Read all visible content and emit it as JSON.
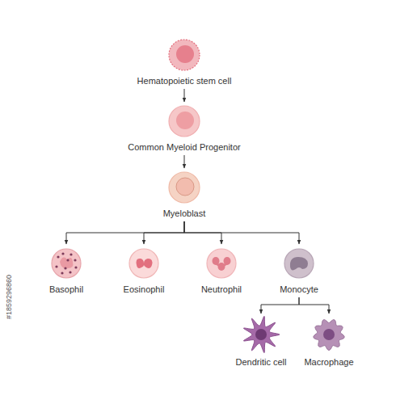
{
  "diagram": {
    "nodes": [
      {
        "text": [
          "Hematopoietic stem cell"
        ]
      },
      {
        "text": [
          "Common Myeloid Progenitor"
        ]
      },
      {
        "text": [
          "Myeloblast"
        ]
      },
      {
        "text": [
          "Basophil"
        ]
      },
      {
        "text": [
          "Eosinophil"
        ]
      },
      {
        "text": [
          "Neutrophil"
        ]
      },
      {
        "text": [
          "Monocyte"
        ]
      },
      {
        "text": [
          "Dendritic cell"
        ]
      },
      {
        "text": [
          "Macrophage"
        ]
      }
    ],
    "edges": [
      {
        "from": 0,
        "to": 1,
        "arrow": "to"
      },
      {
        "from": 1,
        "to": 2,
        "arrow": "to"
      },
      {
        "from": 2,
        "to": 3,
        "arrow": "to"
      },
      {
        "from": 2,
        "to": 4,
        "arrow": "to"
      },
      {
        "from": 2,
        "to": 5,
        "arrow": "to"
      },
      {
        "from": 2,
        "to": 6,
        "arrow": "to"
      },
      {
        "from": 6,
        "to": 7,
        "arrow": "to"
      },
      {
        "from": 6,
        "to": 8,
        "arrow": "to"
      }
    ],
    "labels": [
      "#1859296860"
    ]
  }
}
